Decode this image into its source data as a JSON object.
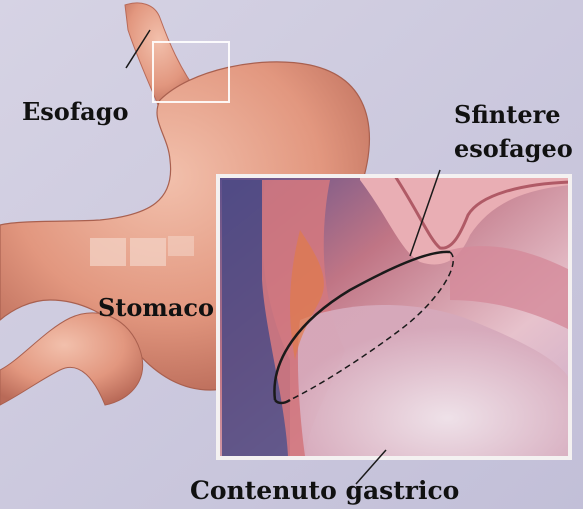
{
  "labels": {
    "esofago": "Esofago",
    "sfintere_line1": "Sfintere",
    "sfintere_line2": "esofageo",
    "stomaco": "Stomaco",
    "contenuto": "Contenuto gastrico"
  },
  "colors": {
    "background": "#c9c7dc",
    "stomach": "#e09a84",
    "inset_tissue": "#d98e92",
    "inset_border": "#f4f1f1",
    "leader_line": "#1a1a1a"
  }
}
